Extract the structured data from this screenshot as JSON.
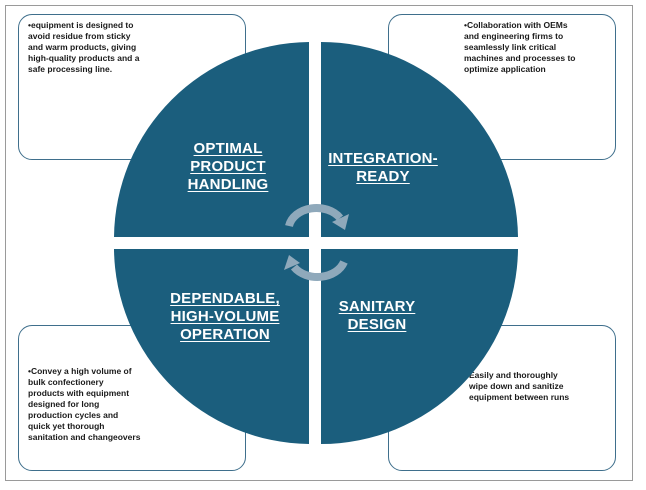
{
  "quadrants": {
    "top_left": {
      "title": "OPTIMAL\nPRODUCT\nHANDLING",
      "description": "•equipment is designed to\navoid residue from sticky\nand warm products, giving\nhigh-quality products and a\nsafe processing line."
    },
    "top_right": {
      "title": "INTEGRATION-\nREADY",
      "description": "•Collaboration with OEMs\nand engineering firms to\nseamlessly link critical\nmachines and processes to\noptimize application"
    },
    "bottom_left": {
      "title": "DEPENDABLE,\nHIGH-VOLUME\nOPERATION",
      "description": "•Convey a high volume of\nbulk confectionery\nproducts with equipment\ndesigned for long\nproduction cycles and\nquick yet thorough\nsanitation and changeovers"
    },
    "bottom_right": {
      "title": "SANITARY\nDESIGN",
      "description": "Easily and thoroughly\nwipe down and sanitize\nequipment between runs"
    }
  },
  "colors": {
    "wheel": "#1b5e7d",
    "box_border": "#3f6f8c",
    "arrow": "#8fa9bb"
  },
  "icons": [
    "cycle-arrows-icon"
  ]
}
